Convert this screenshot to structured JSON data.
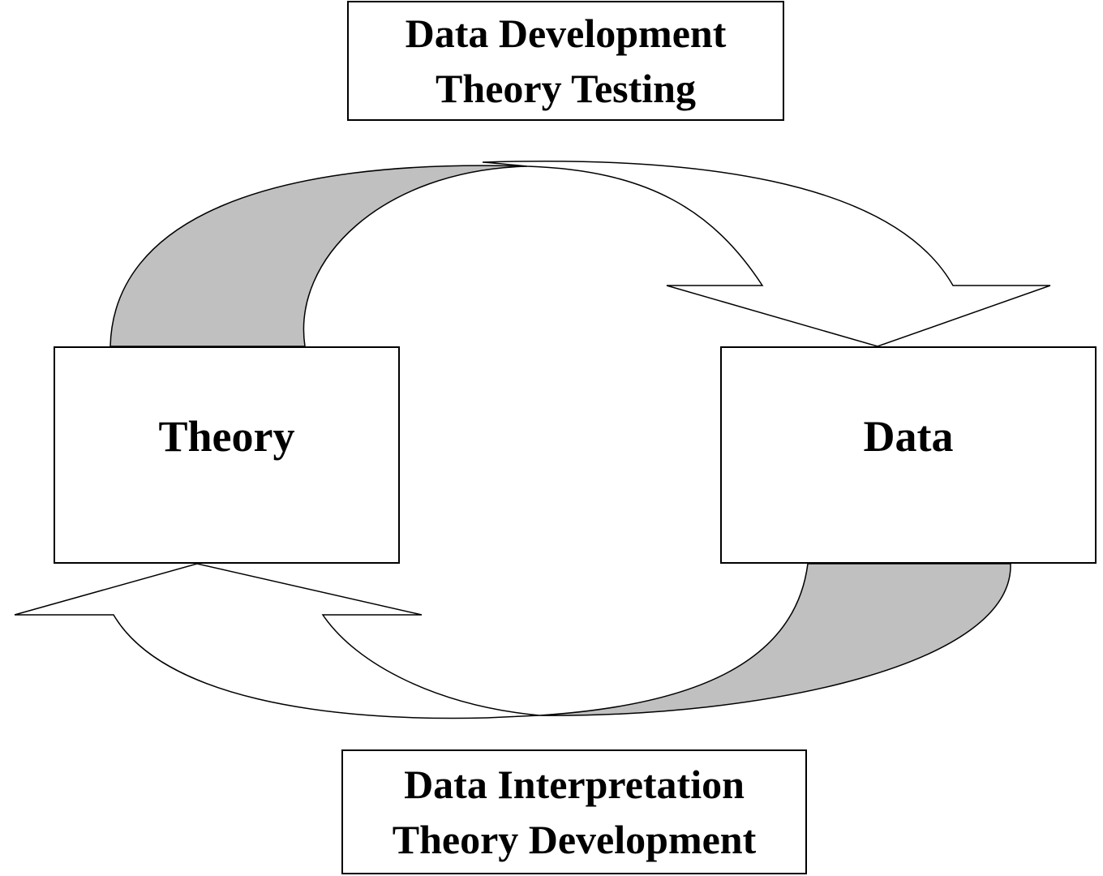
{
  "top_caption": {
    "line1": "Data Development",
    "line2": "Theory Testing"
  },
  "bottom_caption": {
    "line1": "Data Interpretation",
    "line2": "Theory Development"
  },
  "nodes": {
    "theory": "Theory",
    "data": "Data"
  },
  "colors": {
    "arrow_shadow": "#c0c0c0",
    "arrow_face": "#ffffff",
    "stroke": "#000000"
  }
}
